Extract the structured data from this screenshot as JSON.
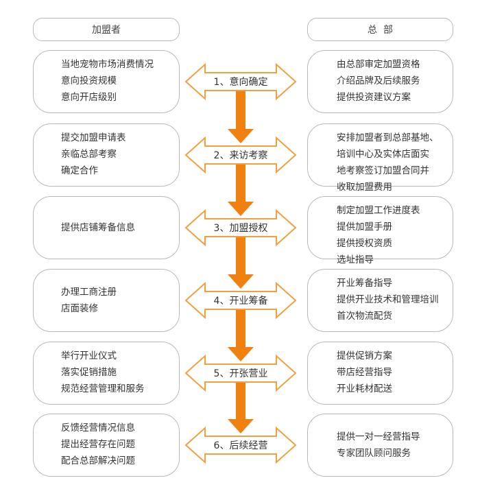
{
  "headers": {
    "franchisee": "加盟者",
    "headquarters": "总  部"
  },
  "steps": [
    {
      "label": "1、意向确定",
      "left": [
        "当地宠物市场消费情况",
        "意向投资规模",
        "意向开店级别"
      ],
      "right": [
        "由总部审定加盟资格",
        "介绍品牌及后续服务",
        "提供投资建议方案"
      ]
    },
    {
      "label": "2、来访考察",
      "left": [
        "提交加盟申请表",
        "亲临总部考察",
        "确定合作"
      ],
      "right": [
        "安排加盟者到总部基地、",
        "培训中心及实体店面实",
        "地考察签订加盟合同并",
        "收取加盟费用"
      ]
    },
    {
      "label": "3、加盟授权",
      "left": [
        "提供店铺筹备信息"
      ],
      "right": [
        "制定加盟工作进度表",
        "提供加盟手册",
        "提供授权资质",
        "选址指导"
      ]
    },
    {
      "label": "4、开业筹备",
      "left": [
        "办理工商注册",
        "店面装修"
      ],
      "right": [
        "开业筹备指导",
        "提供开业技术和管理培训",
        "首次物流配货"
      ]
    },
    {
      "label": "5、开张营业",
      "left": [
        "举行开业仪式",
        "落实促销措施",
        "规范经营管理和服务"
      ],
      "right": [
        "提供促销方案",
        "带店经营指导",
        "开业耗材配送"
      ]
    },
    {
      "label": "6、后续经营",
      "left": [
        "反馈经营情况信息",
        "提出经营存在问题",
        "配合总部解决问题"
      ],
      "right": [
        "提供一对一经营指导",
        "专家团队顾问服务"
      ]
    }
  ],
  "colors": {
    "arrow_outline": "#f0a040",
    "down_arrow": "#f08010",
    "box_border": "#b8b8b8"
  }
}
